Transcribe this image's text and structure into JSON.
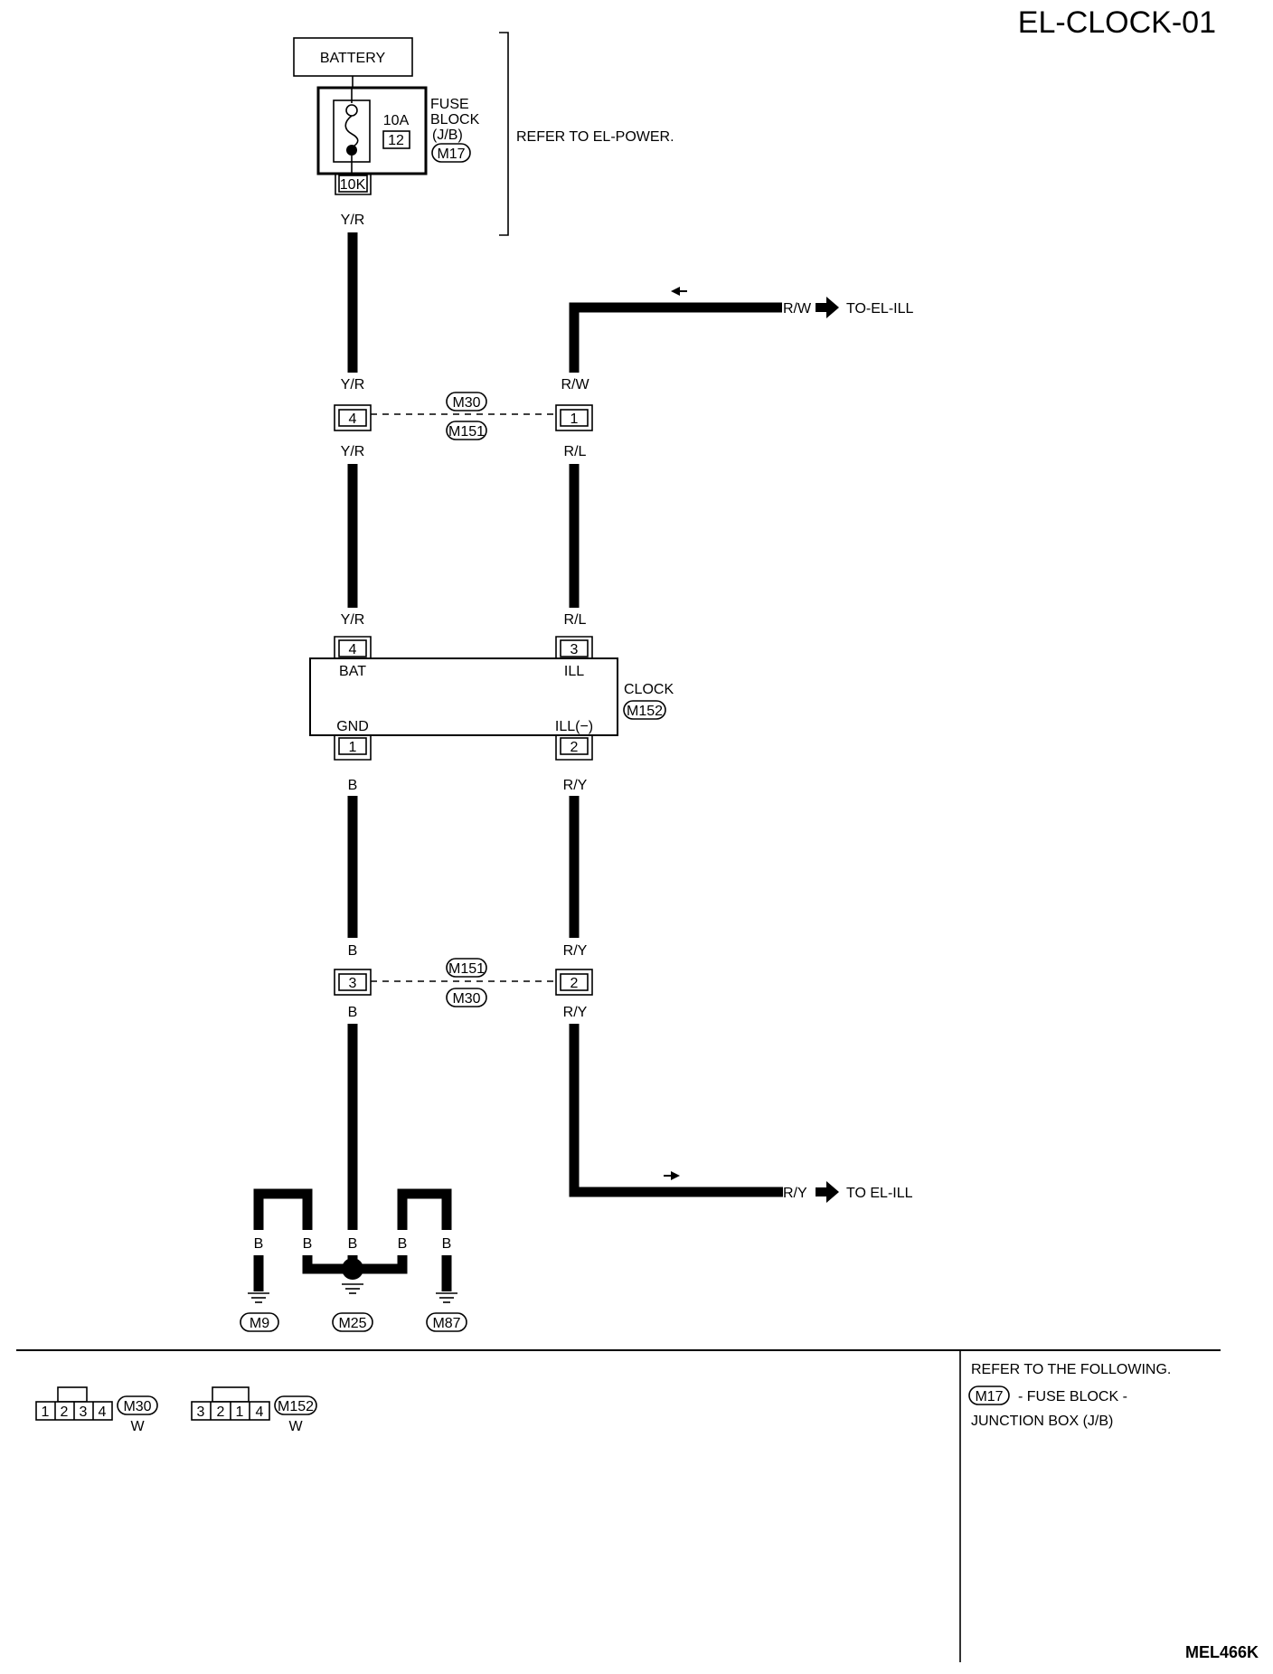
{
  "title": "EL-CLOCK-01",
  "code": "MEL466K",
  "battery": "BATTERY",
  "fuse": {
    "label_line1": "FUSE",
    "label_line2": "BLOCK",
    "label_line3": "(J/B)",
    "connector": "M17",
    "amperage": "10A",
    "number": "12",
    "terminal": "10K"
  },
  "power_note": "REFER TO EL-POWER.",
  "wires": {
    "yr": "Y/R",
    "rw": "R/W",
    "rl": "R/L",
    "ry": "R/Y",
    "b": "B"
  },
  "to_ill_top": "TO-EL-ILL",
  "to_ill_bottom": "TO EL-ILL",
  "junction_top": {
    "upper": "M30",
    "lower": "M151",
    "left_pin": "4",
    "right_pin": "1"
  },
  "junction_bottom": {
    "upper": "M151",
    "lower": "M30",
    "left_pin": "3",
    "right_pin": "2"
  },
  "clock": {
    "name": "CLOCK",
    "connector": "M152",
    "pin_bat": "4",
    "pin_ill": "3",
    "pin_gnd": "1",
    "pin_ill_neg": "2",
    "label_bat": "BAT",
    "label_ill": "ILL",
    "label_gnd": "GND",
    "label_ill_neg": "ILL(−)"
  },
  "grounds": [
    "M9",
    "M25",
    "M87"
  ],
  "connectors_legend": [
    {
      "id": "M30",
      "color": "W",
      "pins": [
        "1",
        "2",
        "3",
        "4"
      ]
    },
    {
      "id": "M152",
      "color": "W",
      "pins": [
        "3",
        "2",
        "1",
        "4"
      ]
    }
  ],
  "refer": {
    "heading": "REFER TO THE FOLLOWING.",
    "id": "M17",
    "line1": "- FUSE BLOCK -",
    "line2": "JUNCTION BOX (J/B)"
  }
}
